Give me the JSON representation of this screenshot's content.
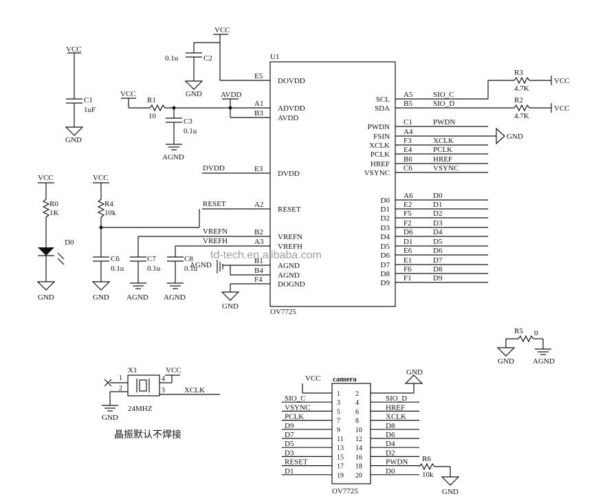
{
  "labels": {
    "u1": "U1",
    "vcc": "VCC",
    "gnd": "GND",
    "agnd": "AGND",
    "avdd": "AVDD",
    "dvdd": "DVDD",
    "reset": "RESET",
    "vrefn": "VREFN",
    "vrefh": "VREFH",
    "xclk": "XCLK",
    "chip": "OV7725"
  },
  "components": {
    "c1": {
      "ref": "C1",
      "value": "1uF"
    },
    "c2": {
      "ref": "C2",
      "value": "0.1u"
    },
    "c3": {
      "ref": "C3",
      "value": "0.1u"
    },
    "c6": {
      "ref": "C6",
      "value": "0.1u"
    },
    "c7": {
      "ref": "C7",
      "value": "0.1u"
    },
    "c8": {
      "ref": "C8",
      "value": "0.1u"
    },
    "r0": {
      "ref": "R0",
      "value": "1K"
    },
    "r1": {
      "ref": "R1",
      "value": "10"
    },
    "r2": {
      "ref": "R2",
      "value": "4.7K"
    },
    "r3": {
      "ref": "R3",
      "value": "4.7K"
    },
    "r4": {
      "ref": "R4",
      "value": "10k"
    },
    "r5": {
      "ref": "R5",
      "value": "0"
    },
    "r6": {
      "ref": "R6",
      "value": "10k"
    },
    "d0": {
      "ref": "D0"
    },
    "x1": {
      "ref": "X1",
      "value": "24MHZ",
      "pins": [
        "1",
        "2",
        "3",
        "4"
      ]
    }
  },
  "u1_left_pins": [
    {
      "num": "E5",
      "name": "DOVDD",
      "net": ""
    },
    {
      "num": "A1",
      "name": "ADVDD",
      "net": ""
    },
    {
      "num": "B3",
      "name": "AVDD",
      "net": ""
    },
    {
      "num": "E3",
      "name": "DVDD",
      "net": "DVDD"
    },
    {
      "num": "A2",
      "name": "RESET",
      "net": "RESET"
    },
    {
      "num": "B2",
      "name": "VREFN",
      "net": "VREFN"
    },
    {
      "num": "A3",
      "name": "VREFH",
      "net": "VREFH"
    },
    {
      "num": "B1",
      "name": "AGND",
      "net": "AGND"
    },
    {
      "num": "B4",
      "name": "AGND",
      "net": ""
    },
    {
      "num": "F4",
      "name": "DOGND",
      "net": ""
    }
  ],
  "u1_right_pins": [
    {
      "num": "A5",
      "name": "SCL",
      "net": "SIO_C"
    },
    {
      "num": "B5",
      "name": "SDA",
      "net": "SIO_D"
    },
    {
      "num": "C1",
      "name": "PWDN",
      "net": "PWDN"
    },
    {
      "num": "A4",
      "name": "FSIN",
      "net": ""
    },
    {
      "num": "F3",
      "name": "XCLK",
      "net": "XCLK"
    },
    {
      "num": "E4",
      "name": "PCLK",
      "net": "PCLK"
    },
    {
      "num": "B6",
      "name": "HREF",
      "net": "HREF"
    },
    {
      "num": "C6",
      "name": "VSYNC",
      "net": "VSYNC"
    },
    {
      "num": "A6",
      "name": "D0",
      "net": "D0"
    },
    {
      "num": "E2",
      "name": "D1",
      "net": "D1"
    },
    {
      "num": "F5",
      "name": "D2",
      "net": "D2"
    },
    {
      "num": "F2",
      "name": "D3",
      "net": "D3"
    },
    {
      "num": "D6",
      "name": "D4",
      "net": "D4"
    },
    {
      "num": "D1",
      "name": "D5",
      "net": "D5"
    },
    {
      "num": "E6",
      "name": "D6",
      "net": "D6"
    },
    {
      "num": "E1",
      "name": "D7",
      "net": "D7"
    },
    {
      "num": "F6",
      "name": "D8",
      "net": "D8"
    },
    {
      "num": "F1",
      "name": "D9",
      "net": "D9"
    }
  ],
  "connector": {
    "title": "camera",
    "part": "OV7725",
    "left_pins": [
      "1",
      "3",
      "5",
      "7",
      "9",
      "11",
      "13",
      "15",
      "17",
      "19"
    ],
    "right_pins": [
      "2",
      "4",
      "6",
      "8",
      "10",
      "12",
      "14",
      "16",
      "18",
      "20"
    ],
    "left_nets": [
      "",
      "SIO_C",
      "VSYNC",
      "PCLK",
      "D9",
      "D7",
      "D5",
      "D3",
      "RESET",
      "D1"
    ],
    "right_nets": [
      "",
      "SIO_D",
      "HREF",
      "XCLK",
      "D8",
      "D6",
      "D4",
      "D2",
      "PWDN",
      "D0"
    ]
  },
  "note": "晶振默认不焊接",
  "watermark": "td-tech.en.alibaba.com"
}
